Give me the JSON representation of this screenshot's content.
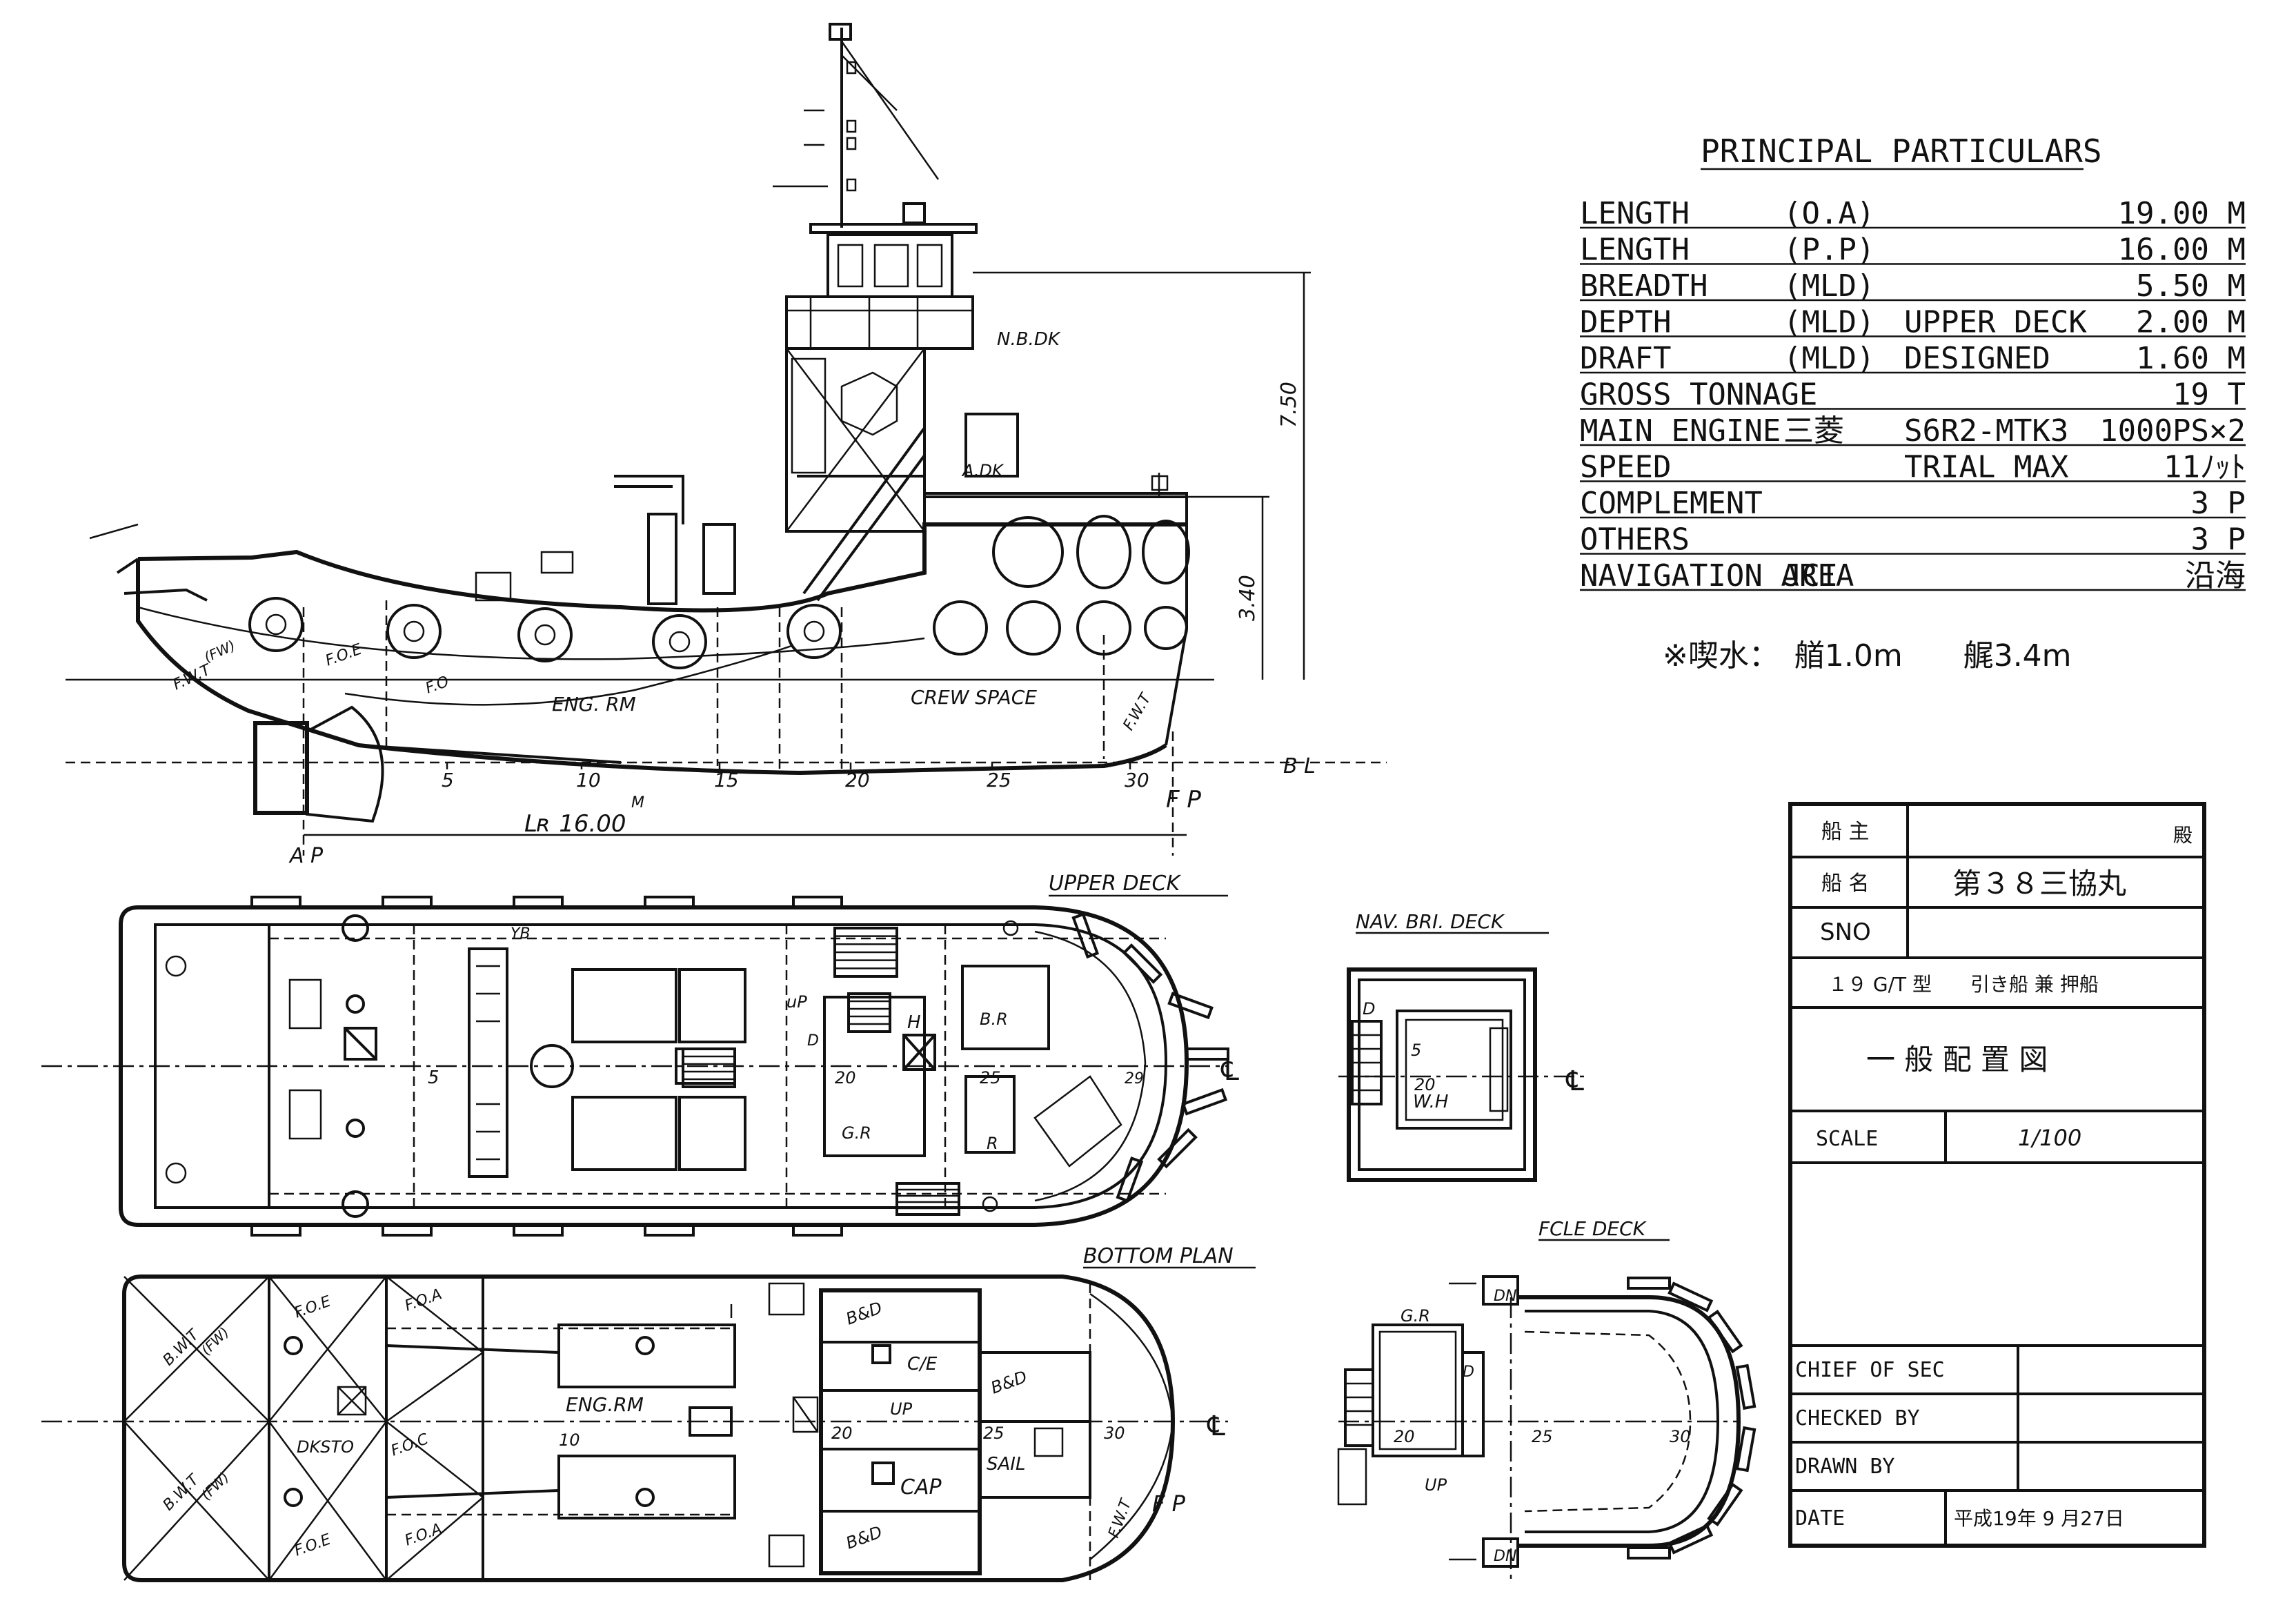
{
  "particulars": {
    "title": "PRINCIPAL PARTICULARS",
    "rows": [
      {
        "item": "LENGTH",
        "qual": "(O.A)",
        "cond": "",
        "value": "19.00 M"
      },
      {
        "item": "LENGTH",
        "qual": "(P.P)",
        "cond": "",
        "value": "16.00 M"
      },
      {
        "item": "BREADTH",
        "qual": "(MLD)",
        "cond": "",
        "value": "5.50 M"
      },
      {
        "item": "DEPTH",
        "qual": "(MLD)",
        "cond": "UPPER DECK",
        "value": "2.00 M"
      },
      {
        "item": "DRAFT",
        "qual": "(MLD)",
        "cond": "DESIGNED",
        "value": "1.60 M"
      },
      {
        "item": "GROSS TONNAGE",
        "qual": "",
        "cond": "",
        "value": "19 T"
      },
      {
        "item": "MAIN ENGINE",
        "qual": "三菱",
        "cond": "S6R2-MTK3",
        "value": "1000PS×2"
      },
      {
        "item": "SPEED",
        "qual": "",
        "cond": "TRIAL  MAX",
        "value": "11ﾉｯﾄ"
      },
      {
        "item": "COMPLEMENT",
        "qual": "",
        "cond": "",
        "value": "3 P"
      },
      {
        "item": "OTHERS",
        "qual": "",
        "cond": "",
        "value": "3 P"
      },
      {
        "item": "NAVIGATION AREA",
        "qual": "JCI",
        "cond": "",
        "value": "沿海"
      }
    ],
    "draft_note": "※喫水：　艏1.0m　　艉3.4m"
  },
  "title_block": {
    "owner_label": "船 主",
    "owner_suffix": "殿",
    "name_label": "船 名",
    "ship_name": "第３８三協丸",
    "sno_label": "SNO",
    "type": "１９ G/T 型　　引き船 兼 押船",
    "drawing_title": "一 般 配 置 図",
    "scale_label": "SCALE",
    "scale_value": "1/100",
    "chief_label": "CHIEF OF SEC",
    "checked_label": "CHECKED BY",
    "drawn_label": "DRAWN BY",
    "date_label": "DATE",
    "date_value": "平成19年 9 月27日"
  },
  "profile": {
    "nbdk": "N.B.DK",
    "adk": "A.DK",
    "height_total": "7.50",
    "height_deck": "3.40",
    "eng_rm": "ENG. RM",
    "crew_space": "CREW SPACE",
    "bl": "B L",
    "fp": "F P",
    "ap": "A P",
    "lr": "Lʀ 16.00",
    "lr_unit": "M",
    "frames": [
      "5",
      "10",
      "15",
      "20",
      "25",
      "30"
    ],
    "fwt": "F.W.T",
    "fw": "(FW)",
    "foe": "F.O.E",
    "fo": "F.O",
    "fwt2": "F.W.T"
  },
  "upper_deck": {
    "title": "UPPER DECK",
    "labels": {
      "br": "B.R",
      "gr": "G.R",
      "up": "uP",
      "h": "H",
      "r": "R",
      "yb": "YB",
      "d": "D",
      "cl": "℄",
      "five": "5",
      "twenty": "20",
      "twentyfive": "25",
      "thirty": "29"
    }
  },
  "nav_deck": {
    "title": "NAV. BRI. DECK",
    "wh": "W.H",
    "d": "D",
    "five": "5",
    "twenty": "20",
    "cl": "℄"
  },
  "bottom_plan": {
    "title": "BOTTOM PLAN",
    "bwt": "B.W.T",
    "fw": "(FW)",
    "foe": "F.O.E",
    "foa": "F.O.A",
    "foc": "F.O.C",
    "dksto": "DKSTO",
    "eng_rm": "ENG.RM",
    "cap": "CAP",
    "ce": "C/E",
    "bd": "B&D",
    "sail": "SAIL",
    "up": "UP",
    "fwt": "F.W.T",
    "fp": "F P",
    "cl": "℄",
    "frames": [
      "10",
      "20",
      "25",
      "30"
    ]
  },
  "fcle_deck": {
    "title": "FCLE DECK",
    "gr": "G.R",
    "dn": "DN",
    "up": "UP",
    "d": "D",
    "twenty": "20",
    "twentyfive": "25",
    "thirty": "30",
    "cl": "℄"
  }
}
